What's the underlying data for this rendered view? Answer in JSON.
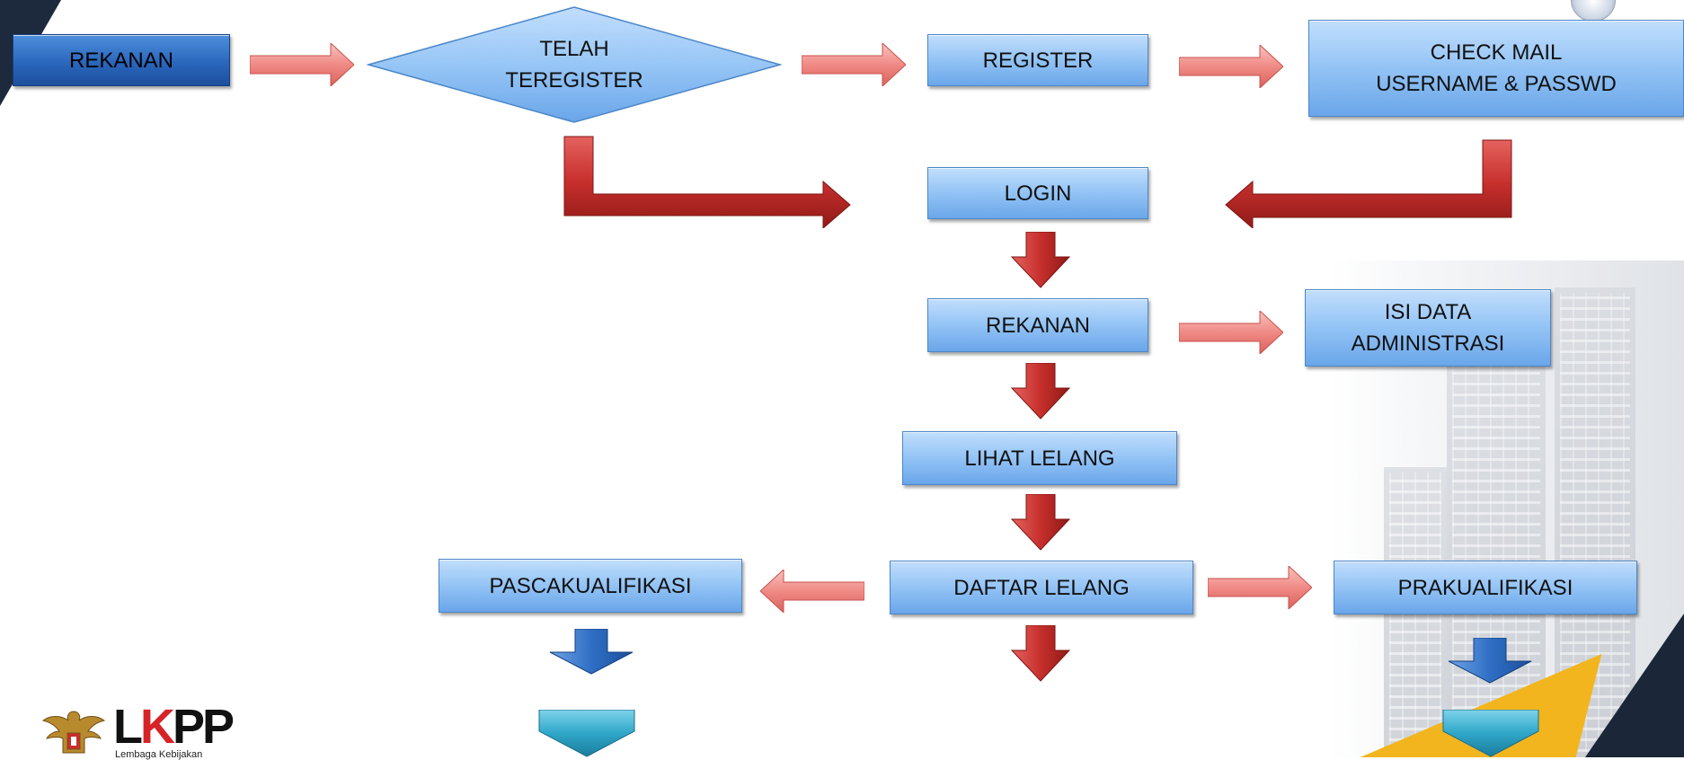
{
  "diagram": {
    "nodes": {
      "rekanan_start": "REKANAN",
      "telah_teregister": "TELAH\nTEREGISTER",
      "register": "REGISTER",
      "check_mail": "CHECK MAIL\nUSERNAME & PASSWD",
      "login": "LOGIN",
      "rekanan": "REKANAN",
      "isi_data": "ISI DATA\nADMINISTRASI",
      "lihat_lelang": "LIHAT LELANG",
      "daftar_lelang": "DAFTAR LELANG",
      "pascakualifikasi": "PASCAKUALIFIKASI",
      "prakualifikasi": "PRAKUALIFIKASI"
    },
    "colors": {
      "box_light": "#97c6f6",
      "box_dark": "#2a67bd",
      "arrow_pink": "#f08a85",
      "arrow_red": "#c62f2c",
      "arrow_blue": "#2f6fc4",
      "chevron_teal": "#2fa7c9"
    }
  },
  "logo": {
    "name": "LKPP",
    "tagline": "Lembaga Kebijakan"
  }
}
